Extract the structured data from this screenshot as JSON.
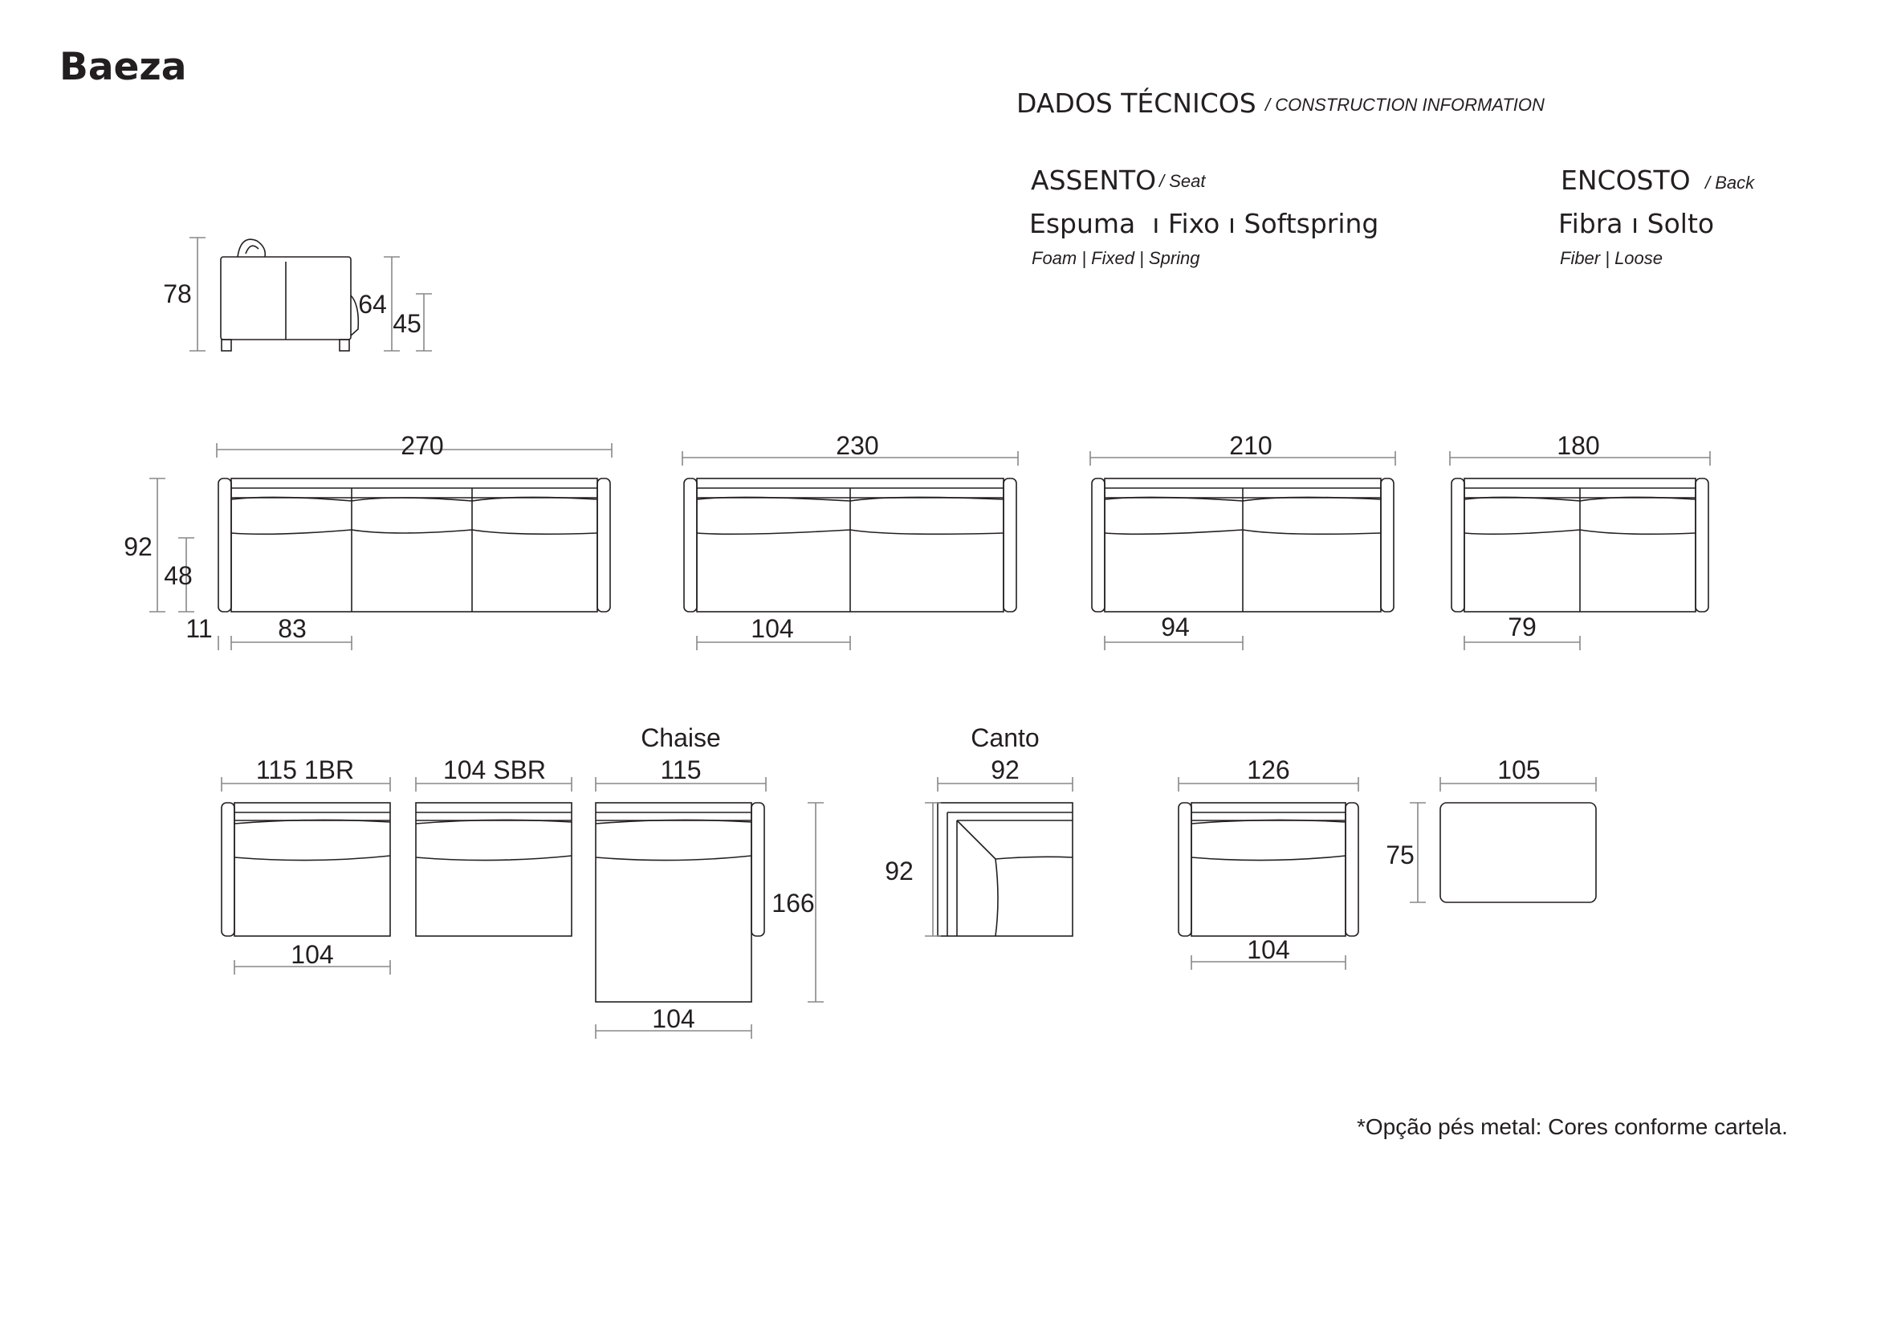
{
  "title": "Baeza",
  "header": {
    "main": "DADOS TÉCNICOS",
    "sub": "/ CONSTRUCTION INFORMATION"
  },
  "seat": {
    "title": "ASSENTO",
    "title_en": "/ Seat",
    "value": "Espuma  ı Fixo ı Softspring",
    "value_en": "Foam | Fixed | Spring"
  },
  "back": {
    "title": "ENCOSTO",
    "title_en": "/ Back",
    "value": "Fibra ı Solto",
    "value_en": "Fiber | Loose"
  },
  "side_view": {
    "height": "78",
    "arm_height": "64",
    "seat_height": "45"
  },
  "sofas": {
    "s270": {
      "width": "270",
      "module": "83"
    },
    "s230": {
      "width": "230",
      "module": "104"
    },
    "s210": {
      "width": "210",
      "module": "94"
    },
    "s180": {
      "width": "180",
      "module": "79"
    },
    "depth": "92",
    "seat_depth": "48",
    "arm": "11"
  },
  "modules": {
    "m1br": {
      "label": "115 1BR",
      "inner": "104"
    },
    "msbr": {
      "label": "104 SBR"
    },
    "chaise": {
      "name": "Chaise",
      "width": "115",
      "depth": "166",
      "inner": "104"
    },
    "canto": {
      "name": "Canto",
      "width": "92",
      "depth": "92"
    },
    "m126": {
      "width": "126",
      "inner": "104"
    },
    "pouf": {
      "width": "105",
      "depth": "75"
    }
  },
  "footnote": "*Opção pés metal: Cores conforme cartela."
}
